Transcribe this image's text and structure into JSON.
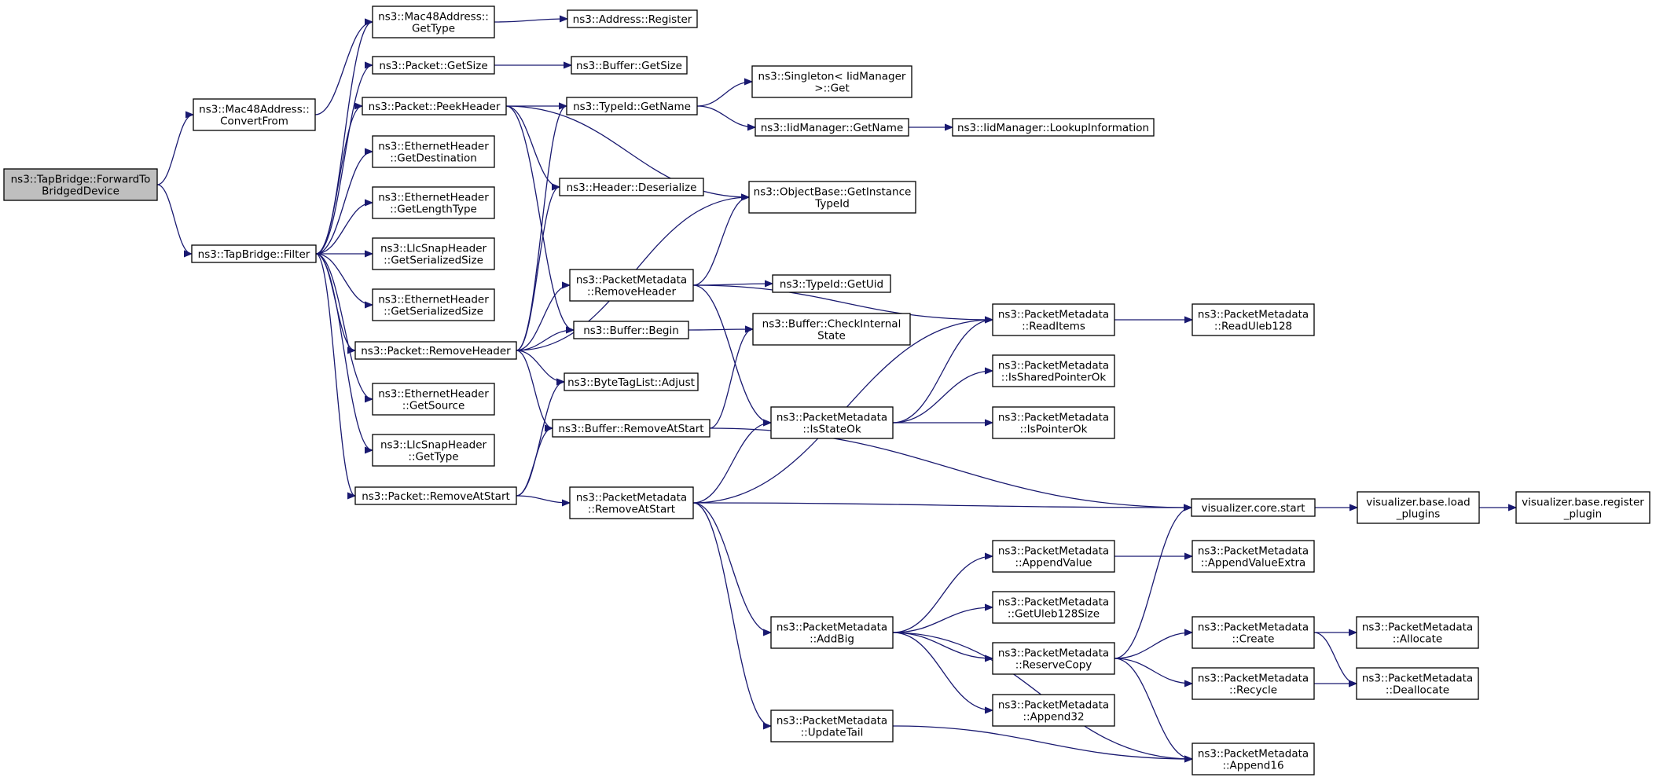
{
  "graph": {
    "nodes": [
      {
        "id": "root",
        "lines": [
          "ns3::TapBridge::ForwardTo",
          "BridgedDevice"
        ],
        "root": true
      },
      {
        "id": "convertFrom",
        "lines": [
          "ns3::Mac48Address::",
          "ConvertFrom"
        ]
      },
      {
        "id": "filter",
        "lines": [
          "ns3::TapBridge::Filter"
        ]
      },
      {
        "id": "macGetType",
        "lines": [
          "ns3::Mac48Address::",
          "GetType"
        ]
      },
      {
        "id": "pktGetSize",
        "lines": [
          "ns3::Packet::GetSize"
        ]
      },
      {
        "id": "peekHeader",
        "lines": [
          "ns3::Packet::PeekHeader"
        ]
      },
      {
        "id": "ethGetDest",
        "lines": [
          "ns3::EthernetHeader",
          "::GetDestination"
        ]
      },
      {
        "id": "ethGetLenType",
        "lines": [
          "ns3::EthernetHeader",
          "::GetLengthType"
        ]
      },
      {
        "id": "llcGetSerSize",
        "lines": [
          "ns3::LlcSnapHeader",
          "::GetSerializedSize"
        ]
      },
      {
        "id": "ethGetSerSize",
        "lines": [
          "ns3::EthernetHeader",
          "::GetSerializedSize"
        ]
      },
      {
        "id": "pktRemoveHeader",
        "lines": [
          "ns3::Packet::RemoveHeader"
        ]
      },
      {
        "id": "ethGetSource",
        "lines": [
          "ns3::EthernetHeader",
          "::GetSource"
        ]
      },
      {
        "id": "llcGetType",
        "lines": [
          "ns3::LlcSnapHeader",
          "::GetType"
        ]
      },
      {
        "id": "pktRemoveAtStart",
        "lines": [
          "ns3::Packet::RemoveAtStart"
        ]
      },
      {
        "id": "addrRegister",
        "lines": [
          "ns3::Address::Register"
        ]
      },
      {
        "id": "bufGetSize",
        "lines": [
          "ns3::Buffer::GetSize"
        ]
      },
      {
        "id": "typeIdGetName",
        "lines": [
          "ns3::TypeId::GetName"
        ]
      },
      {
        "id": "hdrDeserialize",
        "lines": [
          "ns3::Header::Deserialize"
        ]
      },
      {
        "id": "pmRemoveHeader",
        "lines": [
          "ns3::PacketMetadata",
          "::RemoveHeader"
        ]
      },
      {
        "id": "bufBegin",
        "lines": [
          "ns3::Buffer::Begin"
        ]
      },
      {
        "id": "btlAdjust",
        "lines": [
          "ns3::ByteTagList::Adjust"
        ]
      },
      {
        "id": "bufRemoveAtStart",
        "lines": [
          "ns3::Buffer::RemoveAtStart"
        ]
      },
      {
        "id": "pmRemoveAtStart",
        "lines": [
          "ns3::PacketMetadata",
          "::RemoveAtStart"
        ]
      },
      {
        "id": "singletonGet",
        "lines": [
          "ns3::Singleton< IidManager",
          " >::Get"
        ]
      },
      {
        "id": "iidGetName",
        "lines": [
          "ns3::IidManager::GetName"
        ]
      },
      {
        "id": "objGetInstTypeId",
        "lines": [
          "ns3::ObjectBase::GetInstance",
          "TypeId"
        ]
      },
      {
        "id": "typeIdGetUid",
        "lines": [
          "ns3::TypeId::GetUid"
        ]
      },
      {
        "id": "bufCheckInternal",
        "lines": [
          "ns3::Buffer::CheckInternal",
          "State"
        ]
      },
      {
        "id": "pmIsStateOk",
        "lines": [
          "ns3::PacketMetadata",
          "::IsStateOk"
        ]
      },
      {
        "id": "pmAddBig",
        "lines": [
          "ns3::PacketMetadata",
          "::AddBig"
        ]
      },
      {
        "id": "pmUpdateTail",
        "lines": [
          "ns3::PacketMetadata",
          "::UpdateTail"
        ]
      },
      {
        "id": "iidLookupInfo",
        "lines": [
          "ns3::IidManager::LookupInformation"
        ]
      },
      {
        "id": "pmReadItems",
        "lines": [
          "ns3::PacketMetadata",
          "::ReadItems"
        ]
      },
      {
        "id": "pmIsSharedPtrOk",
        "lines": [
          "ns3::PacketMetadata",
          "::IsSharedPointerOk"
        ]
      },
      {
        "id": "pmIsPointerOk",
        "lines": [
          "ns3::PacketMetadata",
          "::IsPointerOk"
        ]
      },
      {
        "id": "pmAppendValue",
        "lines": [
          "ns3::PacketMetadata",
          "::AppendValue"
        ]
      },
      {
        "id": "pmGetUleb128Size",
        "lines": [
          "ns3::PacketMetadata",
          "::GetUleb128Size"
        ]
      },
      {
        "id": "pmReserveCopy",
        "lines": [
          "ns3::PacketMetadata",
          "::ReserveCopy"
        ]
      },
      {
        "id": "pmAppend32",
        "lines": [
          "ns3::PacketMetadata",
          "::Append32"
        ]
      },
      {
        "id": "pmReadUleb128",
        "lines": [
          "ns3::PacketMetadata",
          "::ReadUleb128"
        ]
      },
      {
        "id": "visCoreStart",
        "lines": [
          "visualizer.core.start"
        ]
      },
      {
        "id": "pmAppendValueExtra",
        "lines": [
          "ns3::PacketMetadata",
          "::AppendValueExtra"
        ]
      },
      {
        "id": "pmCreate",
        "lines": [
          "ns3::PacketMetadata",
          "::Create"
        ]
      },
      {
        "id": "pmRecycle",
        "lines": [
          "ns3::PacketMetadata",
          "::Recycle"
        ]
      },
      {
        "id": "pmAppend16",
        "lines": [
          "ns3::PacketMetadata",
          "::Append16"
        ]
      },
      {
        "id": "visLoadPlugins",
        "lines": [
          "visualizer.base.load",
          "_plugins"
        ]
      },
      {
        "id": "pmAllocate",
        "lines": [
          "ns3::PacketMetadata",
          "::Allocate"
        ]
      },
      {
        "id": "pmDeallocate",
        "lines": [
          "ns3::PacketMetadata",
          "::Deallocate"
        ]
      },
      {
        "id": "visRegisterPlugin",
        "lines": [
          "visualizer.base.register",
          "_plugin"
        ]
      }
    ],
    "edges": [
      [
        "root",
        "convertFrom"
      ],
      [
        "root",
        "filter"
      ],
      [
        "convertFrom",
        "macGetType"
      ],
      [
        "macGetType",
        "addrRegister"
      ],
      [
        "filter",
        "macGetType"
      ],
      [
        "filter",
        "pktGetSize"
      ],
      [
        "filter",
        "peekHeader"
      ],
      [
        "filter",
        "ethGetDest"
      ],
      [
        "filter",
        "ethGetLenType"
      ],
      [
        "filter",
        "llcGetSerSize"
      ],
      [
        "filter",
        "ethGetSerSize"
      ],
      [
        "filter",
        "pktRemoveHeader"
      ],
      [
        "filter",
        "ethGetSource"
      ],
      [
        "filter",
        "llcGetType"
      ],
      [
        "filter",
        "pktRemoveAtStart"
      ],
      [
        "pktGetSize",
        "bufGetSize"
      ],
      [
        "peekHeader",
        "typeIdGetName"
      ],
      [
        "peekHeader",
        "hdrDeserialize"
      ],
      [
        "peekHeader",
        "objGetInstTypeId"
      ],
      [
        "peekHeader",
        "bufBegin"
      ],
      [
        "pktRemoveHeader",
        "typeIdGetName"
      ],
      [
        "pktRemoveHeader",
        "hdrDeserialize"
      ],
      [
        "pktRemoveHeader",
        "objGetInstTypeId"
      ],
      [
        "pktRemoveHeader",
        "pmRemoveHeader"
      ],
      [
        "pktRemoveHeader",
        "bufBegin"
      ],
      [
        "pktRemoveHeader",
        "btlAdjust"
      ],
      [
        "pktRemoveHeader",
        "bufRemoveAtStart"
      ],
      [
        "pktRemoveAtStart",
        "btlAdjust"
      ],
      [
        "pktRemoveAtStart",
        "bufRemoveAtStart"
      ],
      [
        "pktRemoveAtStart",
        "pmRemoveAtStart"
      ],
      [
        "typeIdGetName",
        "singletonGet"
      ],
      [
        "typeIdGetName",
        "iidGetName"
      ],
      [
        "iidGetName",
        "iidLookupInfo"
      ],
      [
        "pmRemoveHeader",
        "objGetInstTypeId"
      ],
      [
        "pmRemoveHeader",
        "typeIdGetUid"
      ],
      [
        "pmRemoveHeader",
        "pmReadItems"
      ],
      [
        "pmRemoveHeader",
        "pmIsStateOk"
      ],
      [
        "bufBegin",
        "bufCheckInternal"
      ],
      [
        "bufRemoveAtStart",
        "bufCheckInternal"
      ],
      [
        "bufRemoveAtStart",
        "visCoreStart"
      ],
      [
        "pmRemoveAtStart",
        "pmReadItems"
      ],
      [
        "pmRemoveAtStart",
        "pmIsStateOk"
      ],
      [
        "pmRemoveAtStart",
        "visCoreStart"
      ],
      [
        "pmRemoveAtStart",
        "pmAddBig"
      ],
      [
        "pmRemoveAtStart",
        "pmUpdateTail"
      ],
      [
        "pmIsStateOk",
        "pmReadItems"
      ],
      [
        "pmIsStateOk",
        "pmIsSharedPtrOk"
      ],
      [
        "pmIsStateOk",
        "pmIsPointerOk"
      ],
      [
        "pmReadItems",
        "pmReadUleb128"
      ],
      [
        "pmAddBig",
        "pmAppendValue"
      ],
      [
        "pmAddBig",
        "pmGetUleb128Size"
      ],
      [
        "pmAddBig",
        "pmReserveCopy"
      ],
      [
        "pmAddBig",
        "pmAppend32"
      ],
      [
        "pmAddBig",
        "pmAppend16"
      ],
      [
        "pmUpdateTail",
        "pmAppend16"
      ],
      [
        "pmAppendValue",
        "pmAppendValueExtra"
      ],
      [
        "pmReserveCopy",
        "visCoreStart"
      ],
      [
        "pmReserveCopy",
        "pmCreate"
      ],
      [
        "pmReserveCopy",
        "pmRecycle"
      ],
      [
        "pmReserveCopy",
        "pmAppend16"
      ],
      [
        "visCoreStart",
        "visLoadPlugins"
      ],
      [
        "visLoadPlugins",
        "visRegisterPlugin"
      ],
      [
        "pmCreate",
        "pmAllocate"
      ],
      [
        "pmCreate",
        "pmDeallocate"
      ],
      [
        "pmRecycle",
        "pmDeallocate"
      ]
    ]
  }
}
